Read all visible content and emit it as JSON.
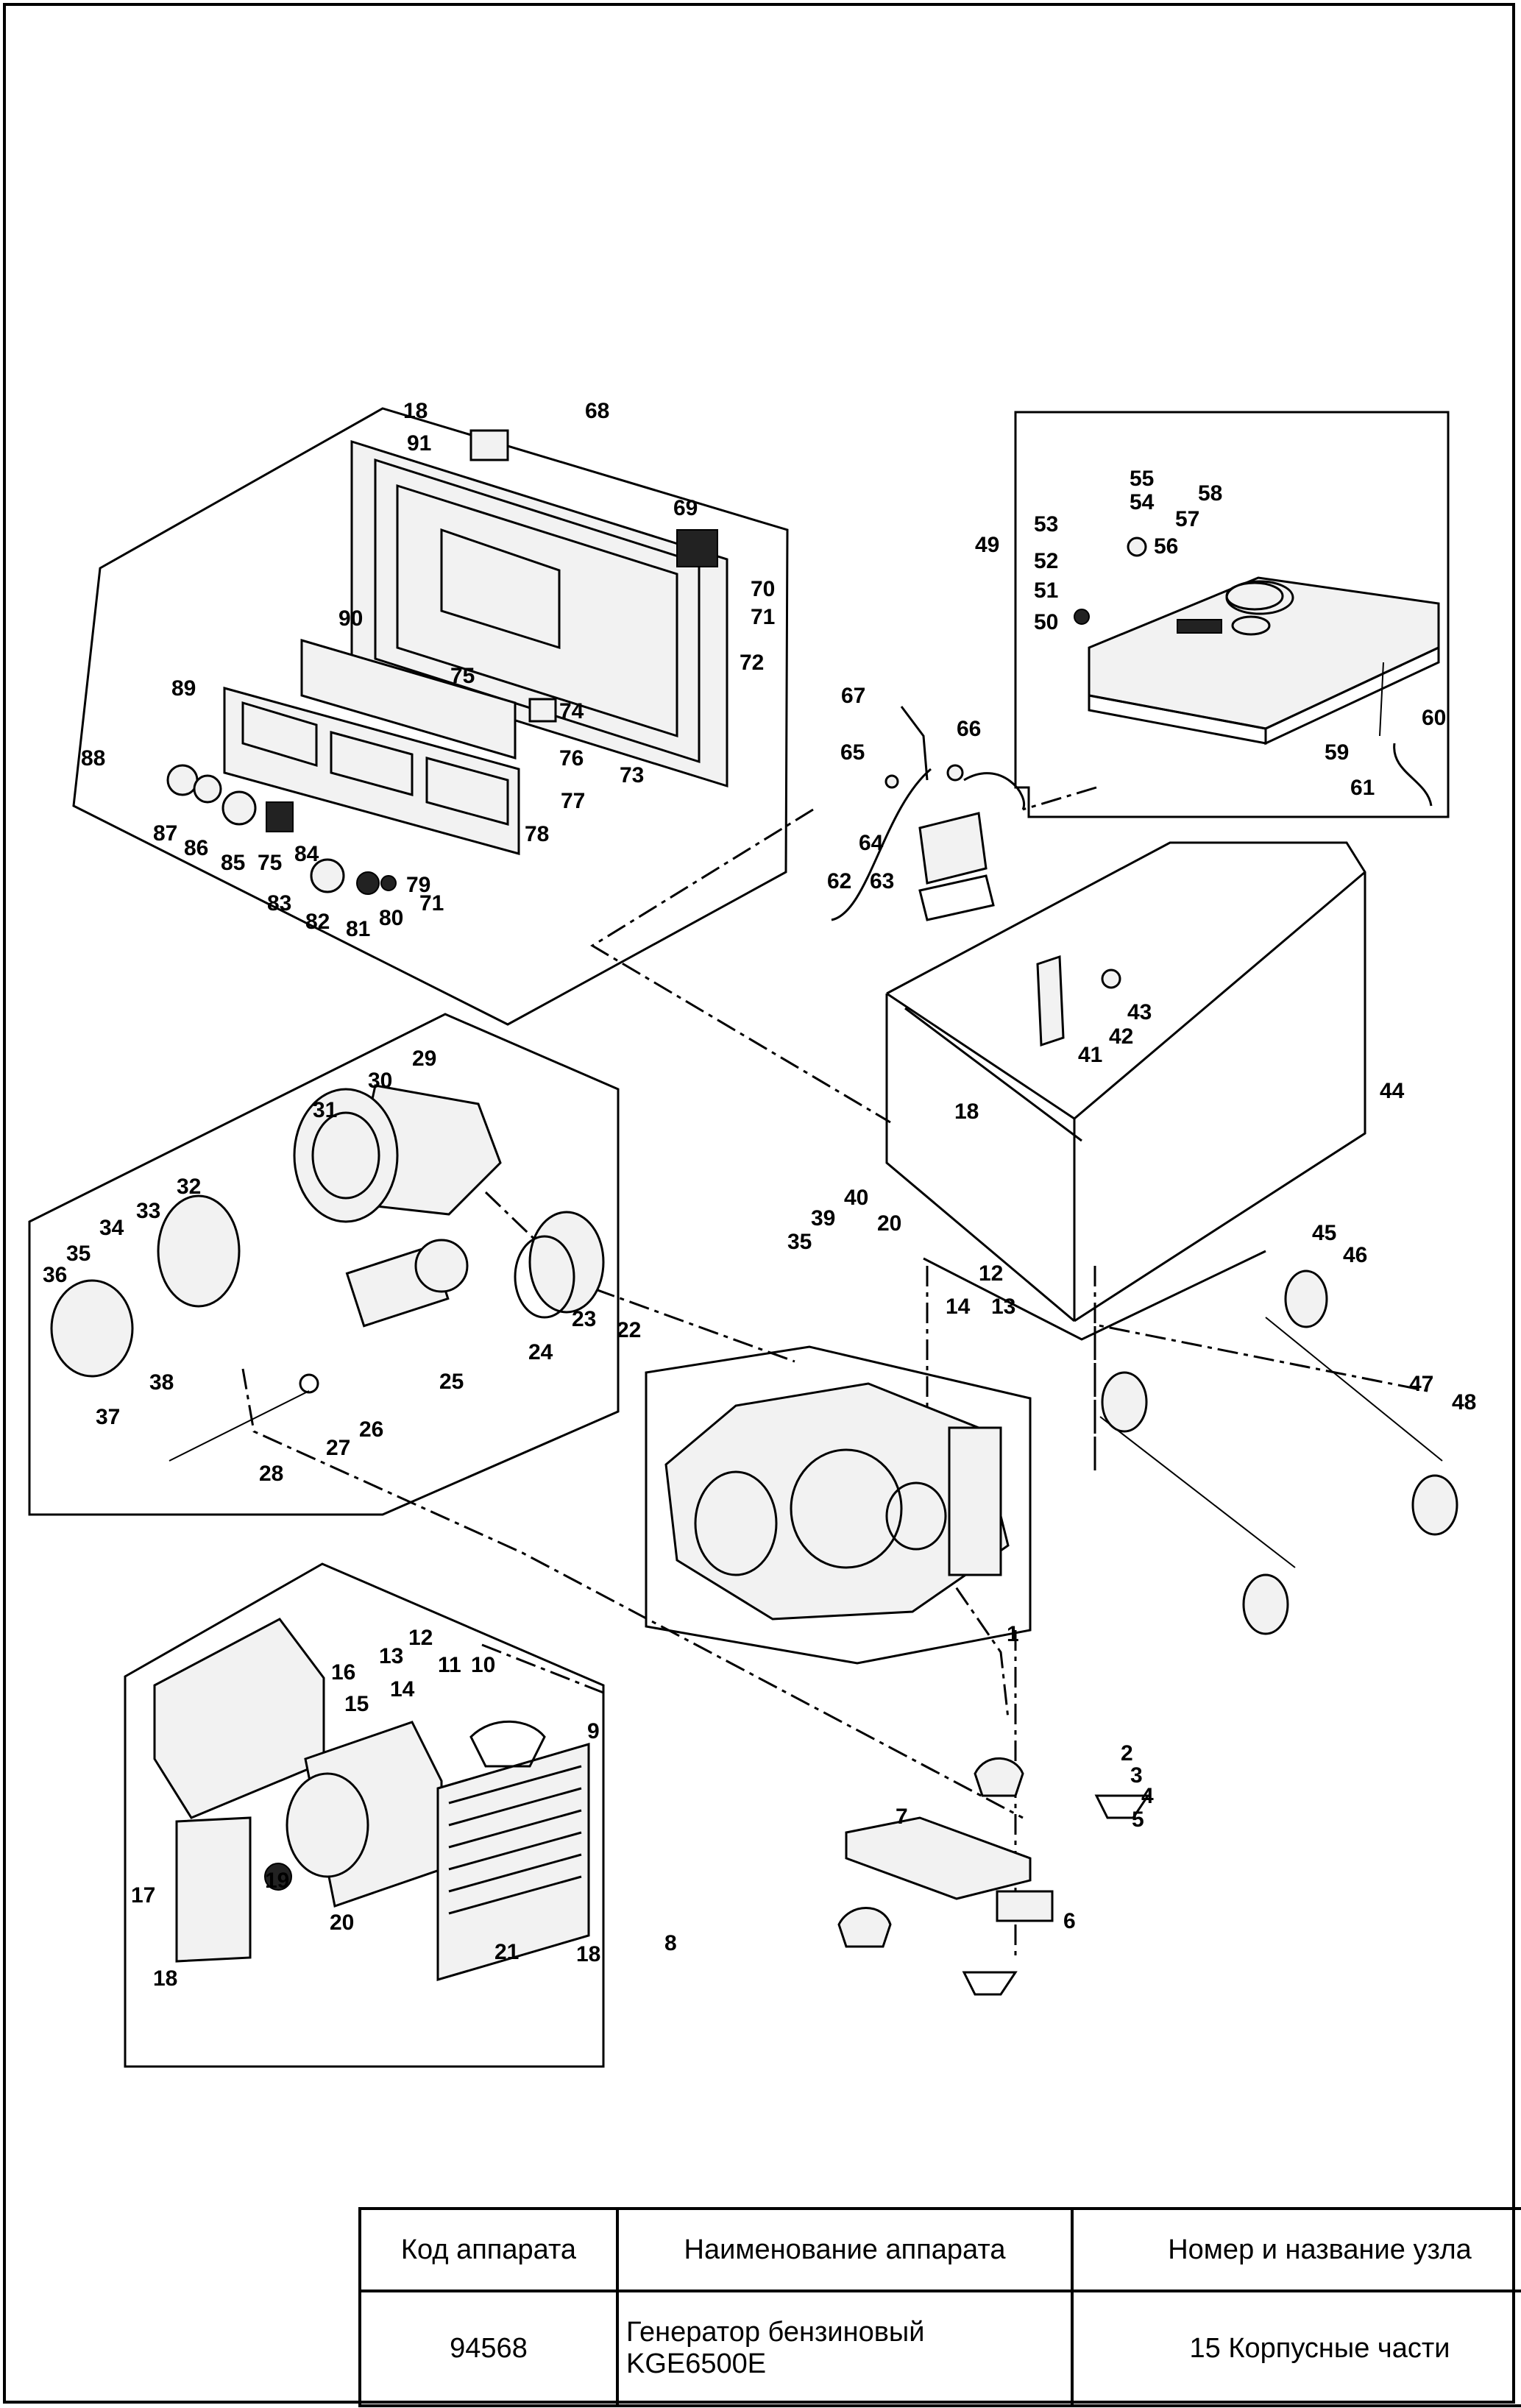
{
  "parts": {
    "top_panel": [
      "18",
      "91",
      "68",
      "69",
      "70",
      "71",
      "72",
      "90",
      "75",
      "89",
      "74",
      "76",
      "73",
      "77",
      "88",
      "78",
      "87",
      "86",
      "85",
      "75",
      "84",
      "79",
      "83",
      "82",
      "81",
      "80",
      "71"
    ],
    "fuel_tank": [
      "55",
      "54",
      "58",
      "57",
      "53",
      "49",
      "56",
      "52",
      "51",
      "50",
      "60",
      "59",
      "61"
    ],
    "battery": [
      "67",
      "66",
      "65",
      "64",
      "62",
      "63"
    ],
    "frame": [
      "43",
      "42",
      "41",
      "18",
      "44",
      "40",
      "39",
      "35",
      "20",
      "12",
      "14",
      "13",
      "45",
      "46",
      "47",
      "48"
    ],
    "alternator": [
      "29",
      "30",
      "31",
      "32",
      "33",
      "34",
      "35",
      "36",
      "38",
      "37",
      "23",
      "24",
      "25",
      "22",
      "27",
      "26",
      "28"
    ],
    "engine": [
      "1"
    ],
    "muffler": [
      "12",
      "13",
      "11",
      "10",
      "14",
      "16",
      "15",
      "9",
      "17",
      "19",
      "20",
      "21",
      "18",
      "18",
      "8"
    ],
    "mounts": [
      "2",
      "3",
      "4",
      "5",
      "7",
      "6"
    ]
  },
  "table": {
    "headers": [
      "Код аппарата",
      "Наименование аппарата",
      "Номер и название узла"
    ],
    "code": "94568",
    "name_line1": "Генератор бензиновый",
    "name_line2": "KGE6500E",
    "unit": "15  Корпусные части"
  }
}
